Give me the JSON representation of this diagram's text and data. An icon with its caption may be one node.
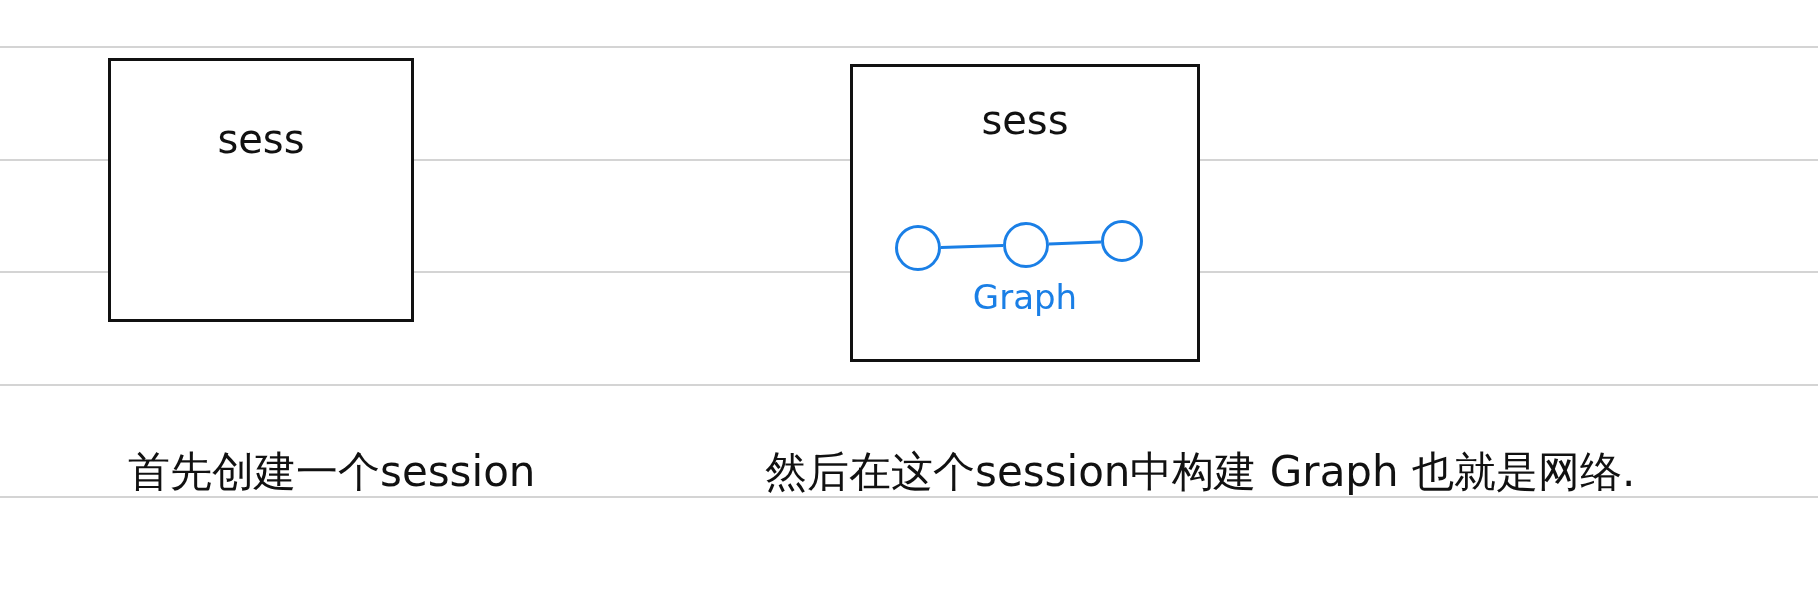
{
  "diagram": {
    "nodes": [
      {
        "text": [
          "sess"
        ]
      },
      {
        "text": [
          "sess",
          "Graph"
        ]
      },
      {
        "text": [],
        "shape": "circle",
        "in": 1
      },
      {
        "text": [],
        "shape": "circle",
        "in": 1
      },
      {
        "text": [],
        "shape": "circle",
        "in": 1
      }
    ],
    "edges": [
      {
        "from": 2,
        "to": 3,
        "arrow": "none"
      },
      {
        "from": 3,
        "to": 4,
        "arrow": "none"
      }
    ],
    "labels": [
      "首先创建一个session",
      "然后在这个session中构建 Graph 也就是网络."
    ]
  }
}
